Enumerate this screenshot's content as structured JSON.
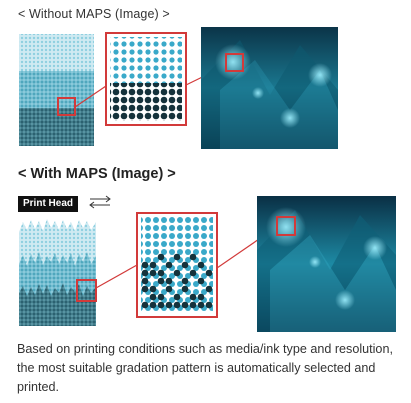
{
  "section_without": {
    "title": "< Without MAPS (Image) >"
  },
  "section_with": {
    "title": "< With MAPS (Image) >",
    "print_head_label": "Print Head"
  },
  "caption": "Based on printing conditions such as media/ink type and resolution, the most suitable gradation pattern is automatically selected and printed.",
  "colors": {
    "highlight_red": "#d23a3a",
    "cyan_light": "#bfe3ee",
    "cyan_mid": "#6fbfd2",
    "teal_dark": "#3e7d8b",
    "dot_dark": "#163039",
    "photo_bg": "#0a3a4e"
  },
  "icons": {
    "print_head_direction": "double-arrow-icon"
  }
}
